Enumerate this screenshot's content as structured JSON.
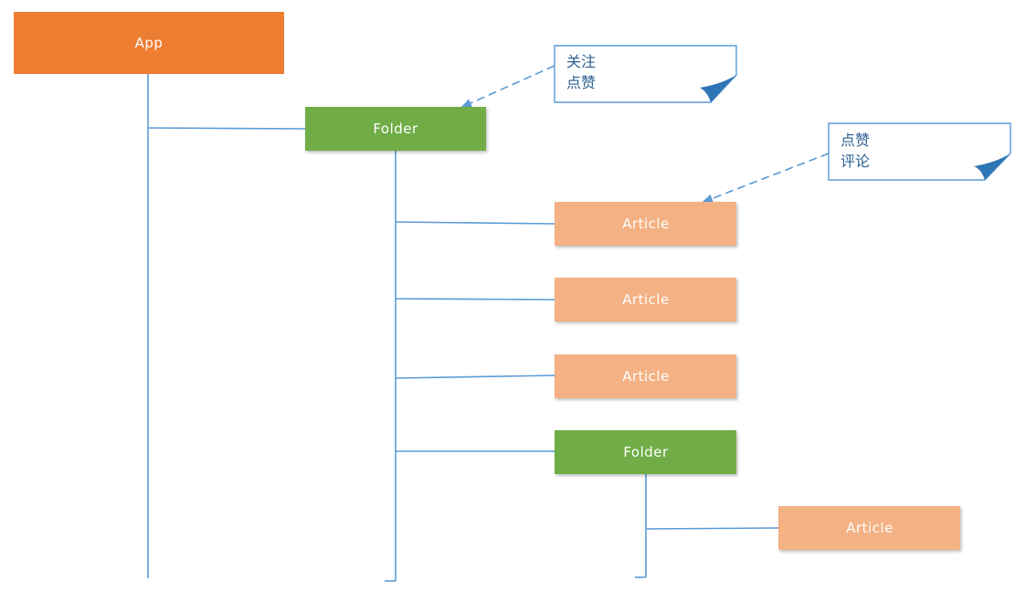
{
  "nodes": {
    "app": {
      "label": "App",
      "color": "#ed7d31"
    },
    "folder_1": {
      "label": "Folder",
      "color": "#70ad47"
    },
    "article_1": {
      "label": "Article",
      "color": "#f4b183"
    },
    "article_2": {
      "label": "Article",
      "color": "#f4b183"
    },
    "article_3": {
      "label": "Article",
      "color": "#f4b183"
    },
    "folder_2": {
      "label": "Folder",
      "color": "#70ad47"
    },
    "article_4": {
      "label": "Article",
      "color": "#f4b183"
    }
  },
  "notes": {
    "folder_note": {
      "lines": [
        "关注",
        "点赞"
      ]
    },
    "article_note": {
      "lines": [
        "点赞",
        "评论"
      ]
    }
  },
  "colors": {
    "connector": "#5b9bd5",
    "note_text": "#2b5f8f"
  }
}
